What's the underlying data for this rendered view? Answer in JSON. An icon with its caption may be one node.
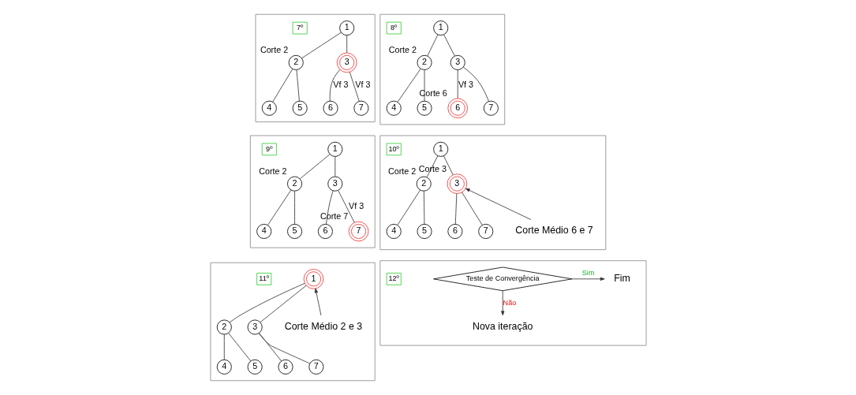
{
  "diagram": {
    "nodes": [
      {
        "text": [],
        "shape": "box"
      },
      {
        "text": [
          "7º"
        ],
        "in": 0
      },
      {
        "text": [
          "1"
        ],
        "in": 0
      },
      {
        "text": [
          "2"
        ],
        "in": 0,
        "beside": [
          "Corte 2"
        ]
      },
      {
        "text": [
          "3"
        ],
        "in": 0
      },
      {
        "text": [
          "4"
        ],
        "in": 0
      },
      {
        "text": [
          "5"
        ],
        "in": 0
      },
      {
        "text": [
          "6"
        ],
        "in": 0
      },
      {
        "text": [
          "7"
        ],
        "in": 0
      },
      {
        "text": [],
        "shape": "box"
      },
      {
        "text": [
          "8º"
        ],
        "in": 9
      },
      {
        "text": [
          "1"
        ],
        "in": 9
      },
      {
        "text": [
          "2"
        ],
        "in": 9,
        "beside": [
          "Corte 2"
        ]
      },
      {
        "text": [
          "3"
        ],
        "in": 9
      },
      {
        "text": [
          "4"
        ],
        "in": 9
      },
      {
        "text": [
          "5"
        ],
        "in": 9
      },
      {
        "text": [
          "6"
        ],
        "in": 9,
        "beside": [
          "Corte 6"
        ]
      },
      {
        "text": [
          "7"
        ],
        "in": 9
      },
      {
        "text": [],
        "shape": "box"
      },
      {
        "text": [
          "9º"
        ],
        "in": 18
      },
      {
        "text": [
          "1"
        ],
        "in": 18
      },
      {
        "text": [
          "2"
        ],
        "in": 18,
        "beside": [
          "Corte 2"
        ]
      },
      {
        "text": [
          "3"
        ],
        "in": 18
      },
      {
        "text": [
          "4"
        ],
        "in": 18
      },
      {
        "text": [
          "5"
        ],
        "in": 18
      },
      {
        "text": [
          "6"
        ],
        "in": 18
      },
      {
        "text": [
          "7"
        ],
        "in": 18,
        "beside": [
          "Corte 7"
        ]
      },
      {
        "text": [],
        "shape": "box"
      },
      {
        "text": [
          "10º"
        ],
        "in": 27
      },
      {
        "text": [
          "1"
        ],
        "in": 27
      },
      {
        "text": [
          "2"
        ],
        "in": 27,
        "beside": [
          "Corte 2"
        ]
      },
      {
        "text": [
          "3"
        ],
        "in": 27,
        "beside": [
          "Corte 3"
        ]
      },
      {
        "text": [
          "4"
        ],
        "in": 27
      },
      {
        "text": [
          "5"
        ],
        "in": 27
      },
      {
        "text": [
          "6"
        ],
        "in": 27
      },
      {
        "text": [
          "7"
        ],
        "in": 27
      },
      {
        "text": [
          "Corte Médio 6 e 7"
        ],
        "in": 27
      },
      {
        "text": [],
        "shape": "box"
      },
      {
        "text": [
          "11º"
        ],
        "in": 37
      },
      {
        "text": [
          "1"
        ],
        "in": 37
      },
      {
        "text": [
          "2"
        ],
        "in": 37
      },
      {
        "text": [
          "3"
        ],
        "in": 37
      },
      {
        "text": [
          "4"
        ],
        "in": 37
      },
      {
        "text": [
          "5"
        ],
        "in": 37
      },
      {
        "text": [
          "6"
        ],
        "in": 37
      },
      {
        "text": [
          "7"
        ],
        "in": 37
      },
      {
        "text": [
          "Corte Médio 2 e 3"
        ],
        "in": 37
      },
      {
        "text": [],
        "shape": "box"
      },
      {
        "text": [
          "12º"
        ],
        "in": 47
      },
      {
        "text": [
          "Teste de Convergência"
        ],
        "in": 47
      },
      {
        "text": [
          "Fim"
        ],
        "in": 47
      },
      {
        "text": [
          "Nova iteração"
        ],
        "in": 47
      }
    ],
    "edges": [
      {
        "from": 2,
        "to": 3,
        "arrow": "none"
      },
      {
        "from": 2,
        "to": 4,
        "arrow": "none"
      },
      {
        "from": 3,
        "to": 5,
        "arrow": "none"
      },
      {
        "from": 3,
        "to": 6,
        "arrow": "none"
      },
      {
        "from": 4,
        "to": 7,
        "arrow": "none",
        "label": "Vf 3"
      },
      {
        "from": 4,
        "to": 8,
        "arrow": "none",
        "label": "Vf 3"
      },
      {
        "from": 11,
        "to": 12,
        "arrow": "none"
      },
      {
        "from": 11,
        "to": 13,
        "arrow": "none"
      },
      {
        "from": 12,
        "to": 14,
        "arrow": "none"
      },
      {
        "from": 12,
        "to": 15,
        "arrow": "none"
      },
      {
        "from": 13,
        "to": 16,
        "arrow": "none",
        "label": "Vf 3"
      },
      {
        "from": 13,
        "to": 17,
        "arrow": "none"
      },
      {
        "from": 20,
        "to": 21,
        "arrow": "none"
      },
      {
        "from": 20,
        "to": 22,
        "arrow": "none"
      },
      {
        "from": 21,
        "to": 23,
        "arrow": "none"
      },
      {
        "from": 21,
        "to": 24,
        "arrow": "none"
      },
      {
        "from": 22,
        "to": 25,
        "arrow": "none"
      },
      {
        "from": 22,
        "to": 26,
        "arrow": "none",
        "label": "Vf 3"
      },
      {
        "from": 29,
        "to": 30,
        "arrow": "none"
      },
      {
        "from": 29,
        "to": 31,
        "arrow": "none"
      },
      {
        "from": 30,
        "to": 32,
        "arrow": "none"
      },
      {
        "from": 30,
        "to": 33,
        "arrow": "none"
      },
      {
        "from": 31,
        "to": 34,
        "arrow": "none"
      },
      {
        "from": 31,
        "to": 35,
        "arrow": "none"
      },
      {
        "from": 36,
        "to": 31,
        "arrow": "to"
      },
      {
        "from": 39,
        "to": 40,
        "arrow": "none"
      },
      {
        "from": 39,
        "to": 41,
        "arrow": "none"
      },
      {
        "from": 40,
        "to": 42,
        "arrow": "none"
      },
      {
        "from": 40,
        "to": 43,
        "arrow": "none"
      },
      {
        "from": 41,
        "to": 44,
        "arrow": "none"
      },
      {
        "from": 41,
        "to": 45,
        "arrow": "none"
      },
      {
        "from": 46,
        "to": 39,
        "arrow": "to"
      },
      {
        "from": 49,
        "to": 50,
        "arrow": "to",
        "label": "Sim"
      },
      {
        "from": 49,
        "to": 51,
        "arrow": "to",
        "label": "Não"
      }
    ]
  }
}
